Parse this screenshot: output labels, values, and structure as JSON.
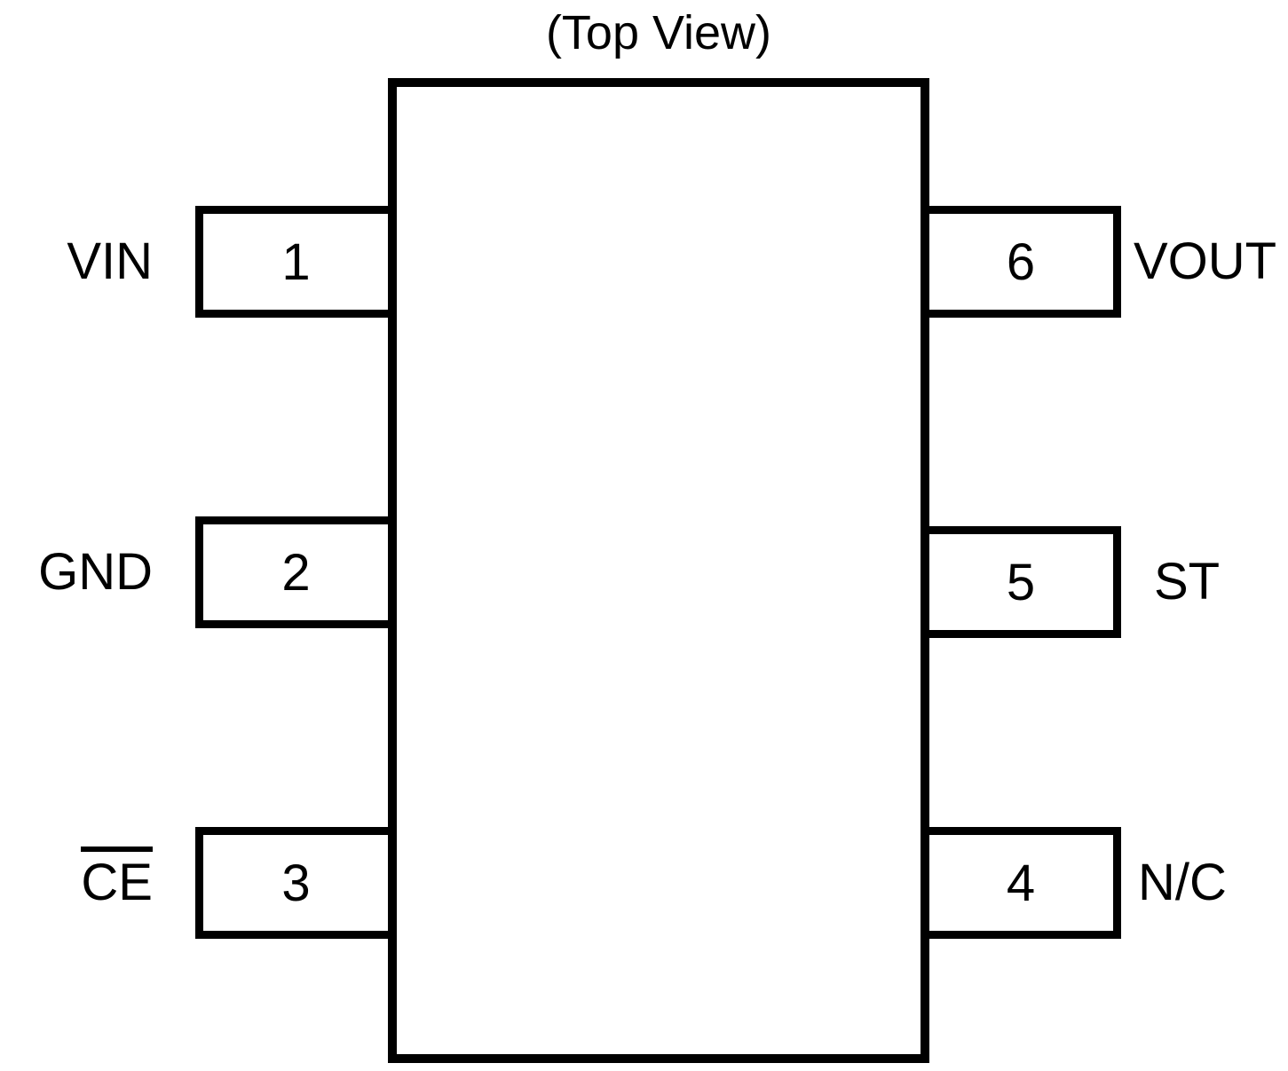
{
  "title": "(Top View)",
  "package": {
    "view": "Top View",
    "pin_count": 6,
    "left_pins": [
      {
        "number": "1",
        "name": "VIN",
        "overline": false
      },
      {
        "number": "2",
        "name": "GND",
        "overline": false
      },
      {
        "number": "3",
        "name": "CE",
        "overline": true
      }
    ],
    "right_pins": [
      {
        "number": "6",
        "name": "VOUT",
        "overline": false
      },
      {
        "number": "5",
        "name": "ST",
        "overline": false
      },
      {
        "number": "4",
        "name": "N/C",
        "overline": false
      }
    ]
  },
  "colors": {
    "line": "#000000",
    "background": "#ffffff"
  }
}
